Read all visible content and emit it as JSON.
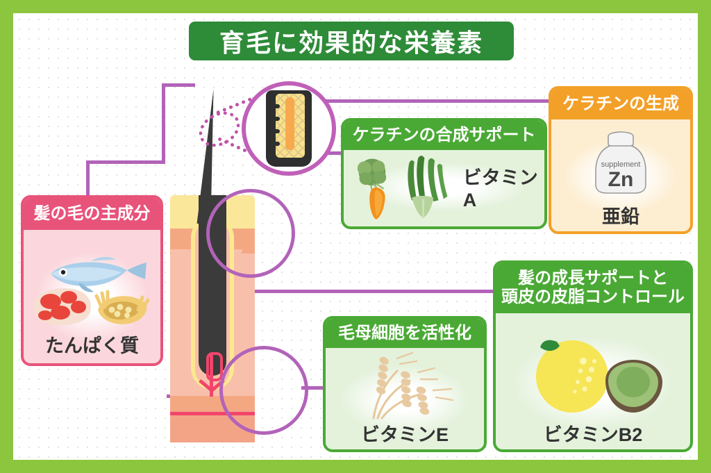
{
  "page": {
    "title": "育毛に効果的な栄養素",
    "border_color": "#8cc63e",
    "title_band_color": "#2e8b38",
    "connector_color": "#b263b9",
    "background": "#ffffff dotted"
  },
  "diagram": {
    "name": "hair-follicle-cross-section",
    "zoom_circle_label": "hair-cuticle-magnified",
    "callout_circles": [
      "hair-shaft-circle",
      "hair-root-circle"
    ]
  },
  "cards": [
    {
      "id": "protein",
      "header": "髪の毛の主成分",
      "nutrient": "たんぱく質",
      "accent": "#e8537a",
      "body_color": "#fbd7dd",
      "icons": [
        "fish-icon",
        "meat-icon",
        "natto-icon"
      ]
    },
    {
      "id": "vitamin-a",
      "header": "ケラチンの合成サポート",
      "nutrient": "ビタミンA",
      "accent": "#4aa935",
      "body_color": "#e4f2dc",
      "icons": [
        "carrot-icon",
        "spinach-icon"
      ]
    },
    {
      "id": "zinc",
      "header": "ケラチンの生成",
      "nutrient": "亜鉛",
      "accent": "#f3a028",
      "body_color": "#fdeed2",
      "icons": [
        "supplement-bottle-icon"
      ],
      "bottle_label_small": "supplement",
      "bottle_label_big": "Zn"
    },
    {
      "id": "vitamin-e",
      "header": "毛母細胞を活性化",
      "nutrient": "ビタミンE",
      "accent": "#4aa935",
      "body_color": "#e4f2dc",
      "icons": [
        "wheat-icon"
      ]
    },
    {
      "id": "vitamin-b2",
      "header_line1": "髪の成長サポートと",
      "header_line2": "頭皮の皮脂コントロール",
      "nutrient": "ビタミンB2",
      "accent": "#4aa935",
      "body_color": "#e4f2dc",
      "icons": [
        "lemon-icon",
        "avocado-icon"
      ]
    }
  ]
}
